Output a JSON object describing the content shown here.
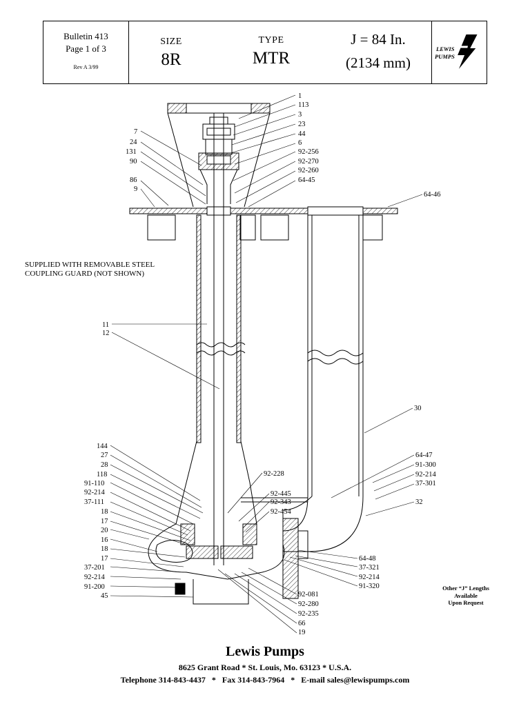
{
  "header": {
    "bulletin": "Bulletin 413",
    "page": "Page 1 of 3",
    "rev": "Rev A  3/99",
    "size_label": "SIZE",
    "size_value": "8R",
    "type_label": "TYPE",
    "type_value": "MTR",
    "j_value": "J = 84 In.",
    "j_mm": "(2134 mm)",
    "logo_top": "LEWIS",
    "logo_bottom": "PUMPS"
  },
  "notes": {
    "guard_line1": "SUPPLIED WITH REMOVABLE STEEL",
    "guard_line2": "COUPLING GUARD (NOT SHOWN)",
    "other_line1": "Other “J” Lengths",
    "other_line2": "Available",
    "other_line3": "Upon Request"
  },
  "callouts": {
    "top_right": [
      "1",
      "113",
      "3",
      "23",
      "44",
      "6",
      "92-256",
      "92-270",
      "92-260",
      "64-45"
    ],
    "top_left": [
      "7",
      "24",
      "131",
      "90",
      "86",
      "9"
    ],
    "flange_right": "64-46",
    "shaft_left": [
      "11",
      "12"
    ],
    "column_right": "30",
    "lower_left": [
      "144",
      "27",
      "28",
      "118",
      "91-110",
      "92-214",
      "37-111",
      "18",
      "17",
      "20",
      "16",
      "18",
      "17",
      "37-201",
      "92-214",
      "91-200",
      "45"
    ],
    "center_upper": "92-228",
    "center_mid": [
      "92-445",
      "92-343",
      "92-454"
    ],
    "right_mid": [
      "64-47",
      "91-300",
      "92-214",
      "37-301"
    ],
    "right_32": "32",
    "right_lower": [
      "64-48",
      "37-321",
      "92-214",
      "91-320"
    ],
    "bottom_center": [
      "92-081",
      "92-280",
      "92-235",
      "66",
      "19"
    ]
  },
  "footer": {
    "company": "Lewis Pumps",
    "address": "8625 Grant Road * St. Louis, Mo. 63123 * U.S.A.",
    "contact": "Telephone 314-843-4437   *   Fax 314-843-7964   *   E-mail sales@lewispumps.com"
  }
}
